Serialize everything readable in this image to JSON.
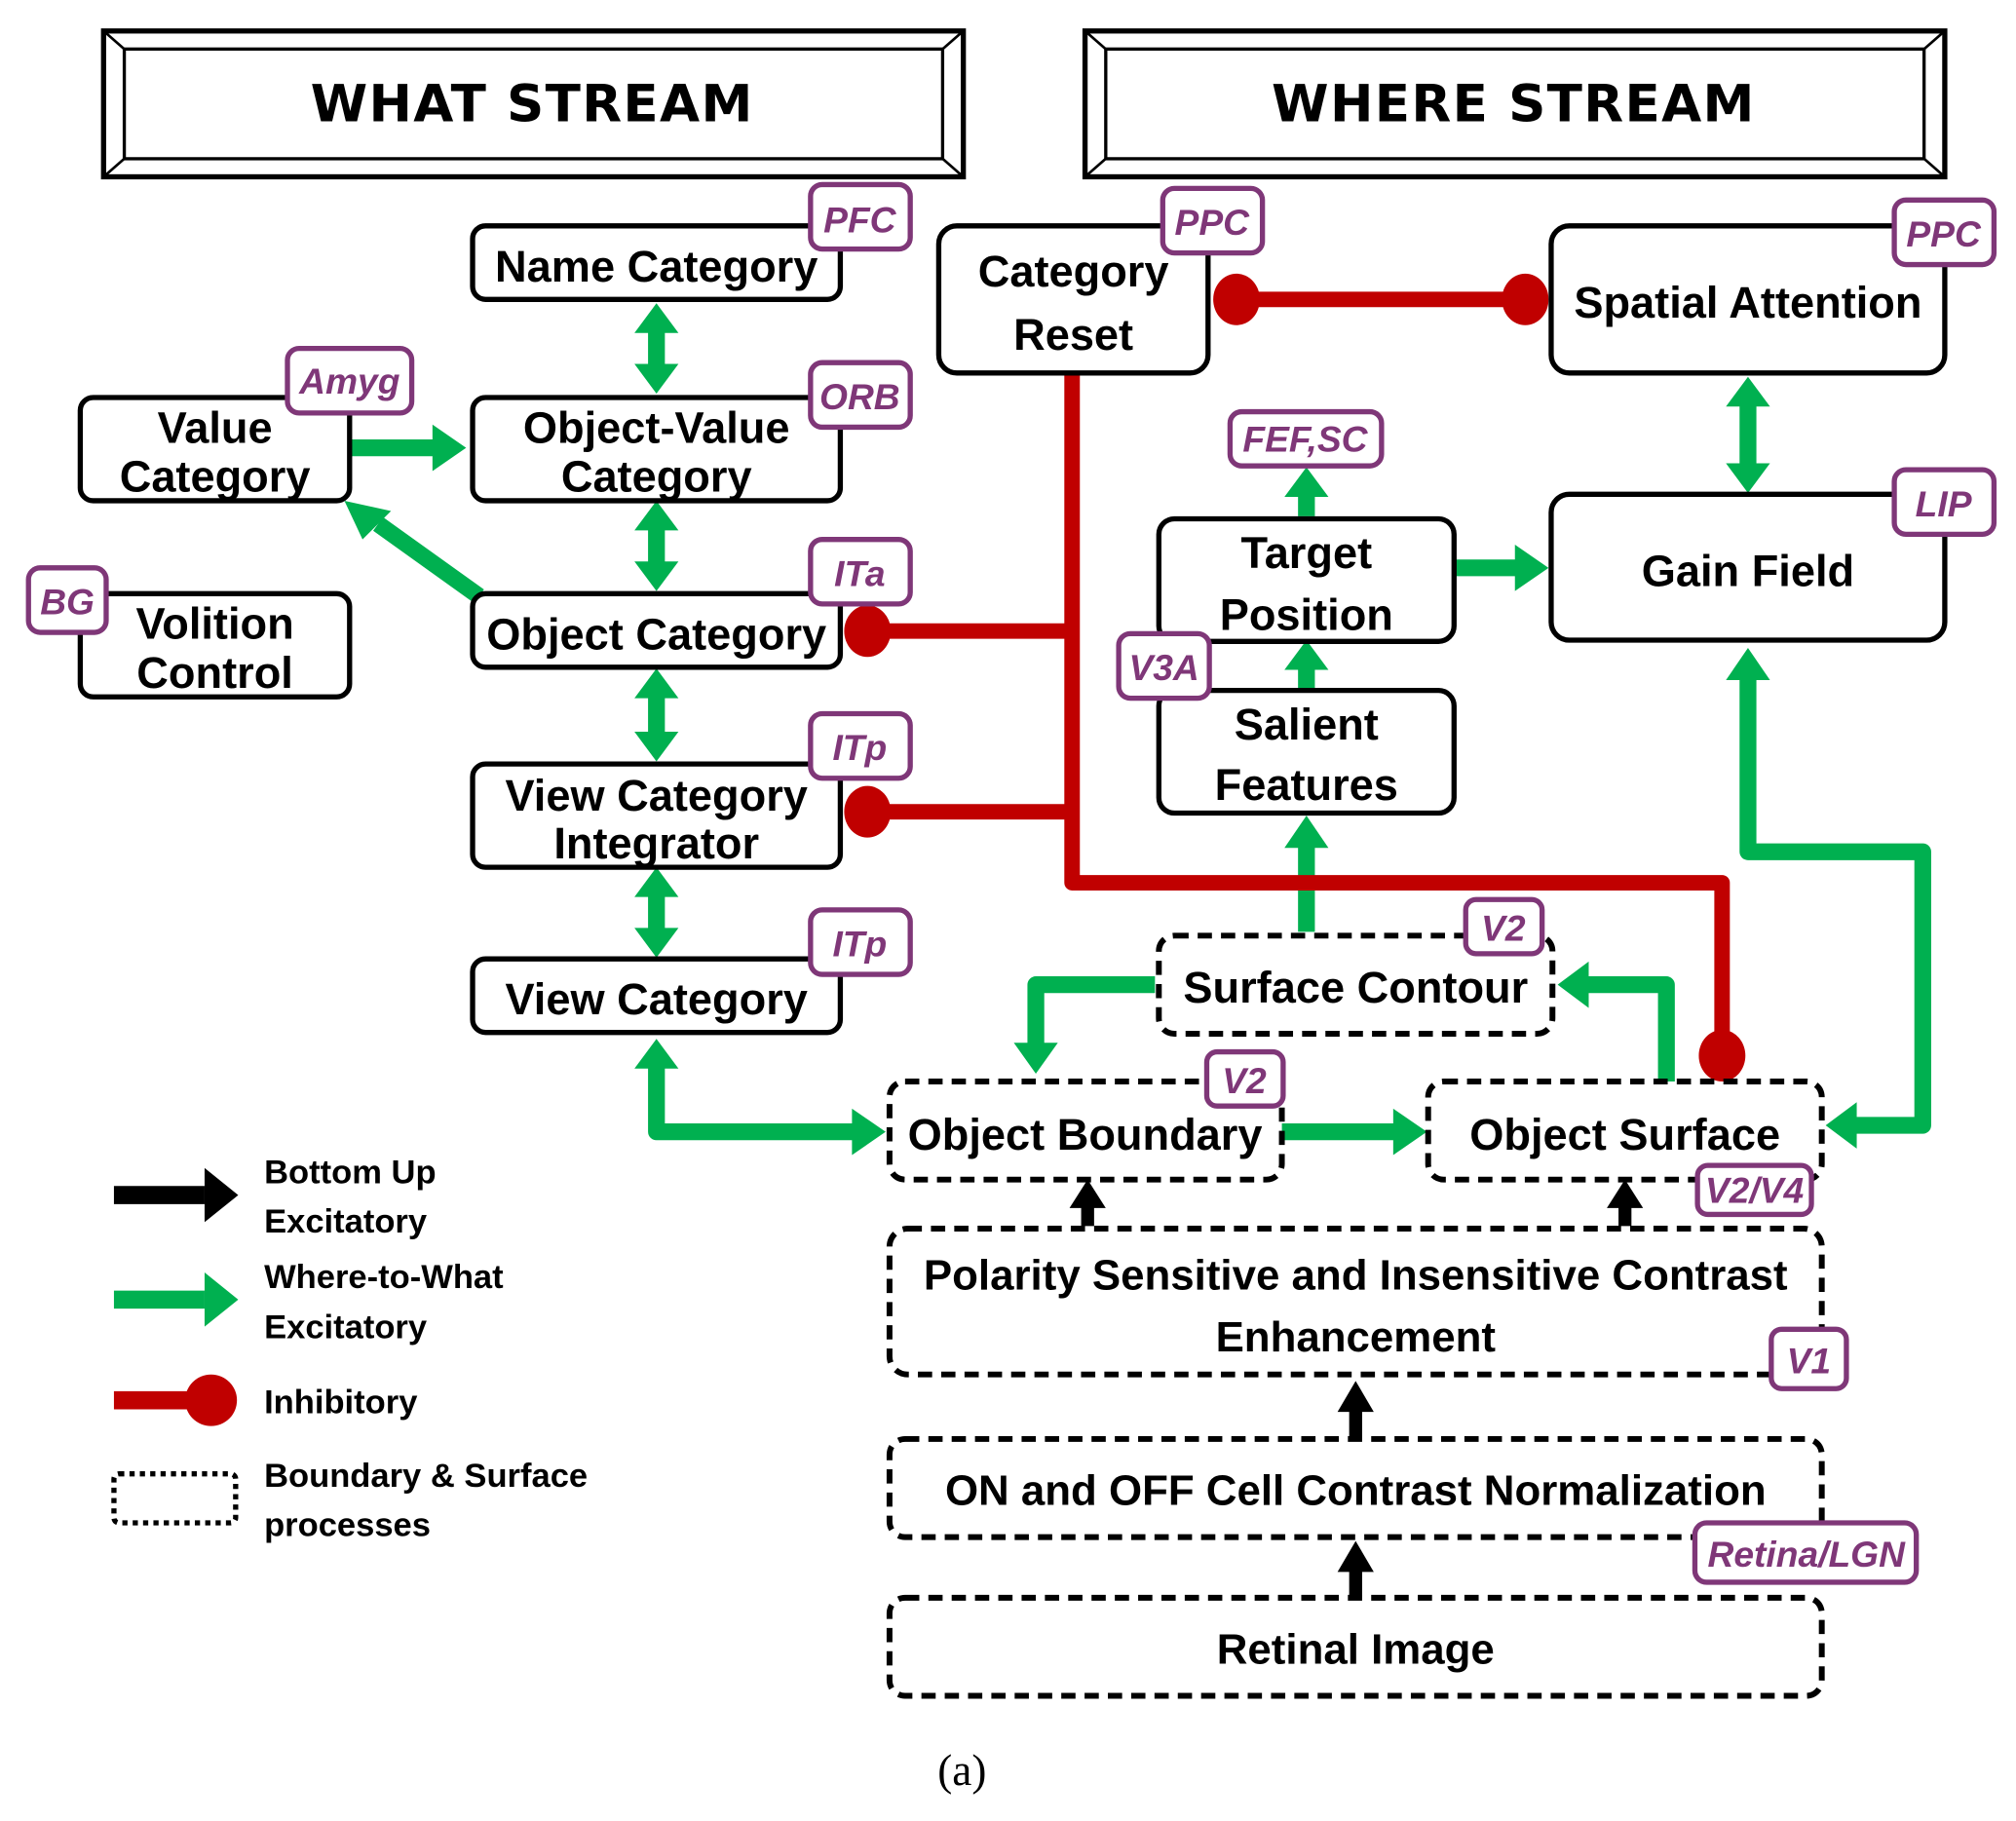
{
  "headers": {
    "what": "WHAT STREAM",
    "where": "WHERE STREAM"
  },
  "colors": {
    "excitatory_green": "#00b050",
    "inhibitory_red": "#c00000",
    "region_tag_purple": "#7f3778",
    "bottom_up_black": "#000000"
  },
  "nodes": {
    "name_category": {
      "lines": [
        "Name Category"
      ],
      "region": "PFC"
    },
    "value_category": {
      "lines": [
        "Value",
        "Category"
      ],
      "region": "Amyg"
    },
    "object_value_category": {
      "lines": [
        "Object-Value",
        "Category"
      ],
      "region": "ORB"
    },
    "volition_control": {
      "lines": [
        "Volition",
        "Control"
      ],
      "region": "BG"
    },
    "object_category": {
      "lines": [
        "Object Category"
      ],
      "region": "ITa"
    },
    "view_category_integrator": {
      "lines": [
        "View Category",
        "Integrator"
      ],
      "region": "ITp"
    },
    "view_category": {
      "lines": [
        "View Category"
      ],
      "region": "ITp"
    },
    "category_reset": {
      "lines": [
        "Category",
        "Reset"
      ],
      "region": "PPC"
    },
    "spatial_attention": {
      "lines": [
        "Spatial Attention"
      ],
      "region": "PPC"
    },
    "target_position": {
      "lines": [
        "Target",
        "Position"
      ],
      "region": "FEF,SC"
    },
    "salient_features": {
      "lines": [
        "Salient",
        "Features"
      ],
      "region": "V3A"
    },
    "gain_field": {
      "lines": [
        "Gain Field"
      ],
      "region": "LIP"
    },
    "surface_contour": {
      "lines": [
        "Surface Contour"
      ],
      "region": "V2"
    },
    "object_boundary": {
      "lines": [
        "Object Boundary"
      ],
      "region": "V2"
    },
    "object_surface": {
      "lines": [
        "Object Surface"
      ],
      "region": "V2/V4"
    },
    "contrast_enhancement": {
      "lines": [
        "Polarity Sensitive and Insensitive Contrast",
        "Enhancement"
      ],
      "region": "V1"
    },
    "contrast_normalization": {
      "lines": [
        "ON and OFF Cell Contrast Normalization"
      ],
      "region": "Retina/LGN"
    },
    "retinal_image": {
      "lines": [
        "Retinal Image"
      ]
    }
  },
  "legend": [
    {
      "type": "bottom-up-excitatory",
      "lines": [
        "Bottom Up",
        "Excitatory"
      ]
    },
    {
      "type": "where-to-what-excitatory",
      "lines": [
        "Where-to-What",
        "Excitatory"
      ]
    },
    {
      "type": "inhibitory",
      "lines": [
        "Inhibitory"
      ]
    },
    {
      "type": "boundary-surface-processes",
      "lines": [
        "Boundary & Surface",
        "processes"
      ]
    }
  ],
  "caption": "(a)"
}
